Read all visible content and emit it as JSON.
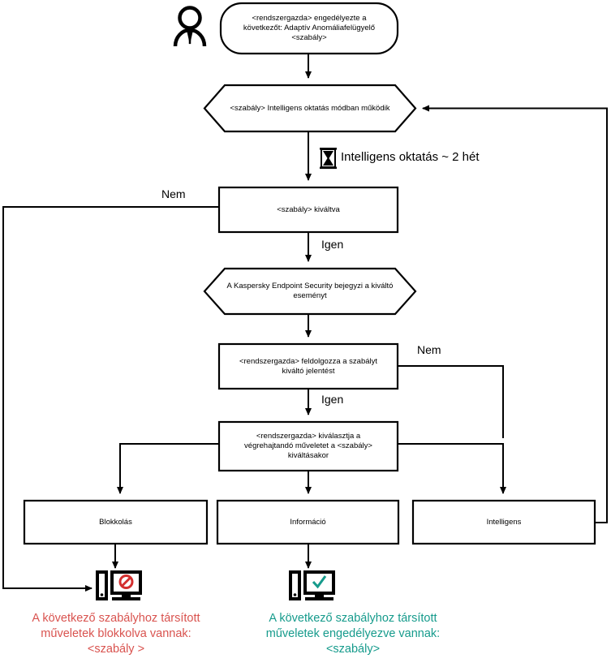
{
  "diagram": {
    "title_icons": {
      "actor": "person-icon",
      "hourglass": "hourglass-icon",
      "blocked_computer": "computer-blocked-icon",
      "allowed_computer": "computer-allowed-icon"
    },
    "nodes": {
      "start": {
        "id": "admin-enables-rule",
        "shape": "rounded",
        "text": "<rendszergazda> engedélyezte a\nkövetkezőt: Adaptív Anomáliafelügyelő\n<szabály>"
      },
      "smart_mode": {
        "id": "rule-in-smart-training-mode",
        "shape": "hexagon",
        "text": "<szabály> Intelligens oktatás módban működik"
      },
      "triggered": {
        "id": "rule-triggered",
        "shape": "rect",
        "text": "<szabály> kiváltva"
      },
      "log_event": {
        "id": "kes-logs-trigger-event",
        "shape": "hexagon",
        "text": "A Kaspersky Endpoint Security bejegyzi a kiváltó\neseményt"
      },
      "process_report": {
        "id": "admin-processes-report",
        "shape": "rect",
        "text": "<rendszergazda>  feldolgozza a szabályt\nkiváltó jelentést"
      },
      "select_action": {
        "id": "admin-selects-action",
        "shape": "rect",
        "text": "<rendszergazda> kiválasztja a\nvégrehajtandó műveletet a <szabály>\nkiváltásakor"
      },
      "block": {
        "id": "action-block",
        "shape": "rect",
        "text": "Blokkolás"
      },
      "inform": {
        "id": "action-inform",
        "shape": "rect",
        "text": "Információ"
      },
      "smart": {
        "id": "action-smart",
        "shape": "rect",
        "text": "Intelligens"
      }
    },
    "edge_labels": {
      "no_triggered": "Nem",
      "yes_triggered": "Igen",
      "no_report": "Nem",
      "yes_report": "Igen"
    },
    "annotations": {
      "training_duration": "Intelligens oktatás ~ 2 hét"
    },
    "captions": {
      "blocked": "A következő szabályhoz társított\nműveletek blokkolva vannak:\n<szabály >",
      "allowed": "A következő szabályhoz társított\nműveletek engedélyezve vannak:\n<szabály>"
    },
    "colors": {
      "stroke": "#000000",
      "blocked_text": "#d9534f",
      "allowed_text": "#169b8c",
      "blocked_mark": "#d32f2f",
      "allowed_mark": "#169b8c"
    }
  }
}
